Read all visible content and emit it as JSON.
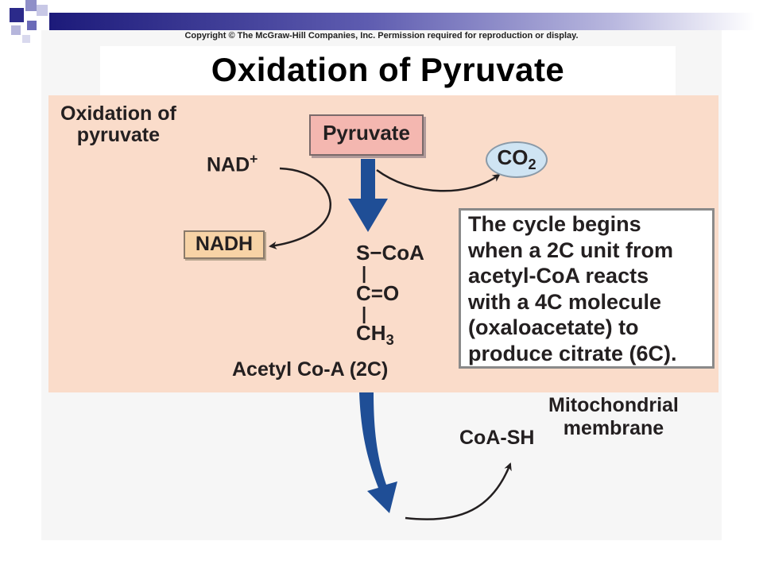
{
  "header": {
    "copyright": "Copyright © The McGraw-Hill Companies, Inc. Permission required for reproduction or display.",
    "title": "Oxidation of Pyruvate"
  },
  "diagram": {
    "stage_label_line1": "Oxidation of",
    "stage_label_line2": "pyruvate",
    "pyruvate": "Pyruvate",
    "co2_main": "CO",
    "co2_sub": "2",
    "nad_main": "NAD",
    "nad_sup": "+",
    "nadh": "NADH",
    "structure": {
      "s_coa": "S−CoA",
      "bond1": "|",
      "c_o": "C=O",
      "bond2": "|",
      "ch3_main": "CH",
      "ch3_sub": "3"
    },
    "acetyl_label": "Acetyl Co-A (2C)",
    "cycle_text": "The cycle begins\nwhen a 2C unit from\nacetyl-CoA reacts\nwith a 4C molecule\n(oxaloacetate) to\nproduce citrate (6C).",
    "membrane_line1": "Mitochondrial",
    "membrane_line2": "membrane",
    "coa_sh": "CoA-SH"
  },
  "colors": {
    "matrix_fill": "#fadcca",
    "pyruvate_fill": "#f4b7b0",
    "nadh_fill": "#f7d3a6",
    "co2_fill": "#cfe4f3",
    "flow_arrow": "#1f4e96"
  }
}
